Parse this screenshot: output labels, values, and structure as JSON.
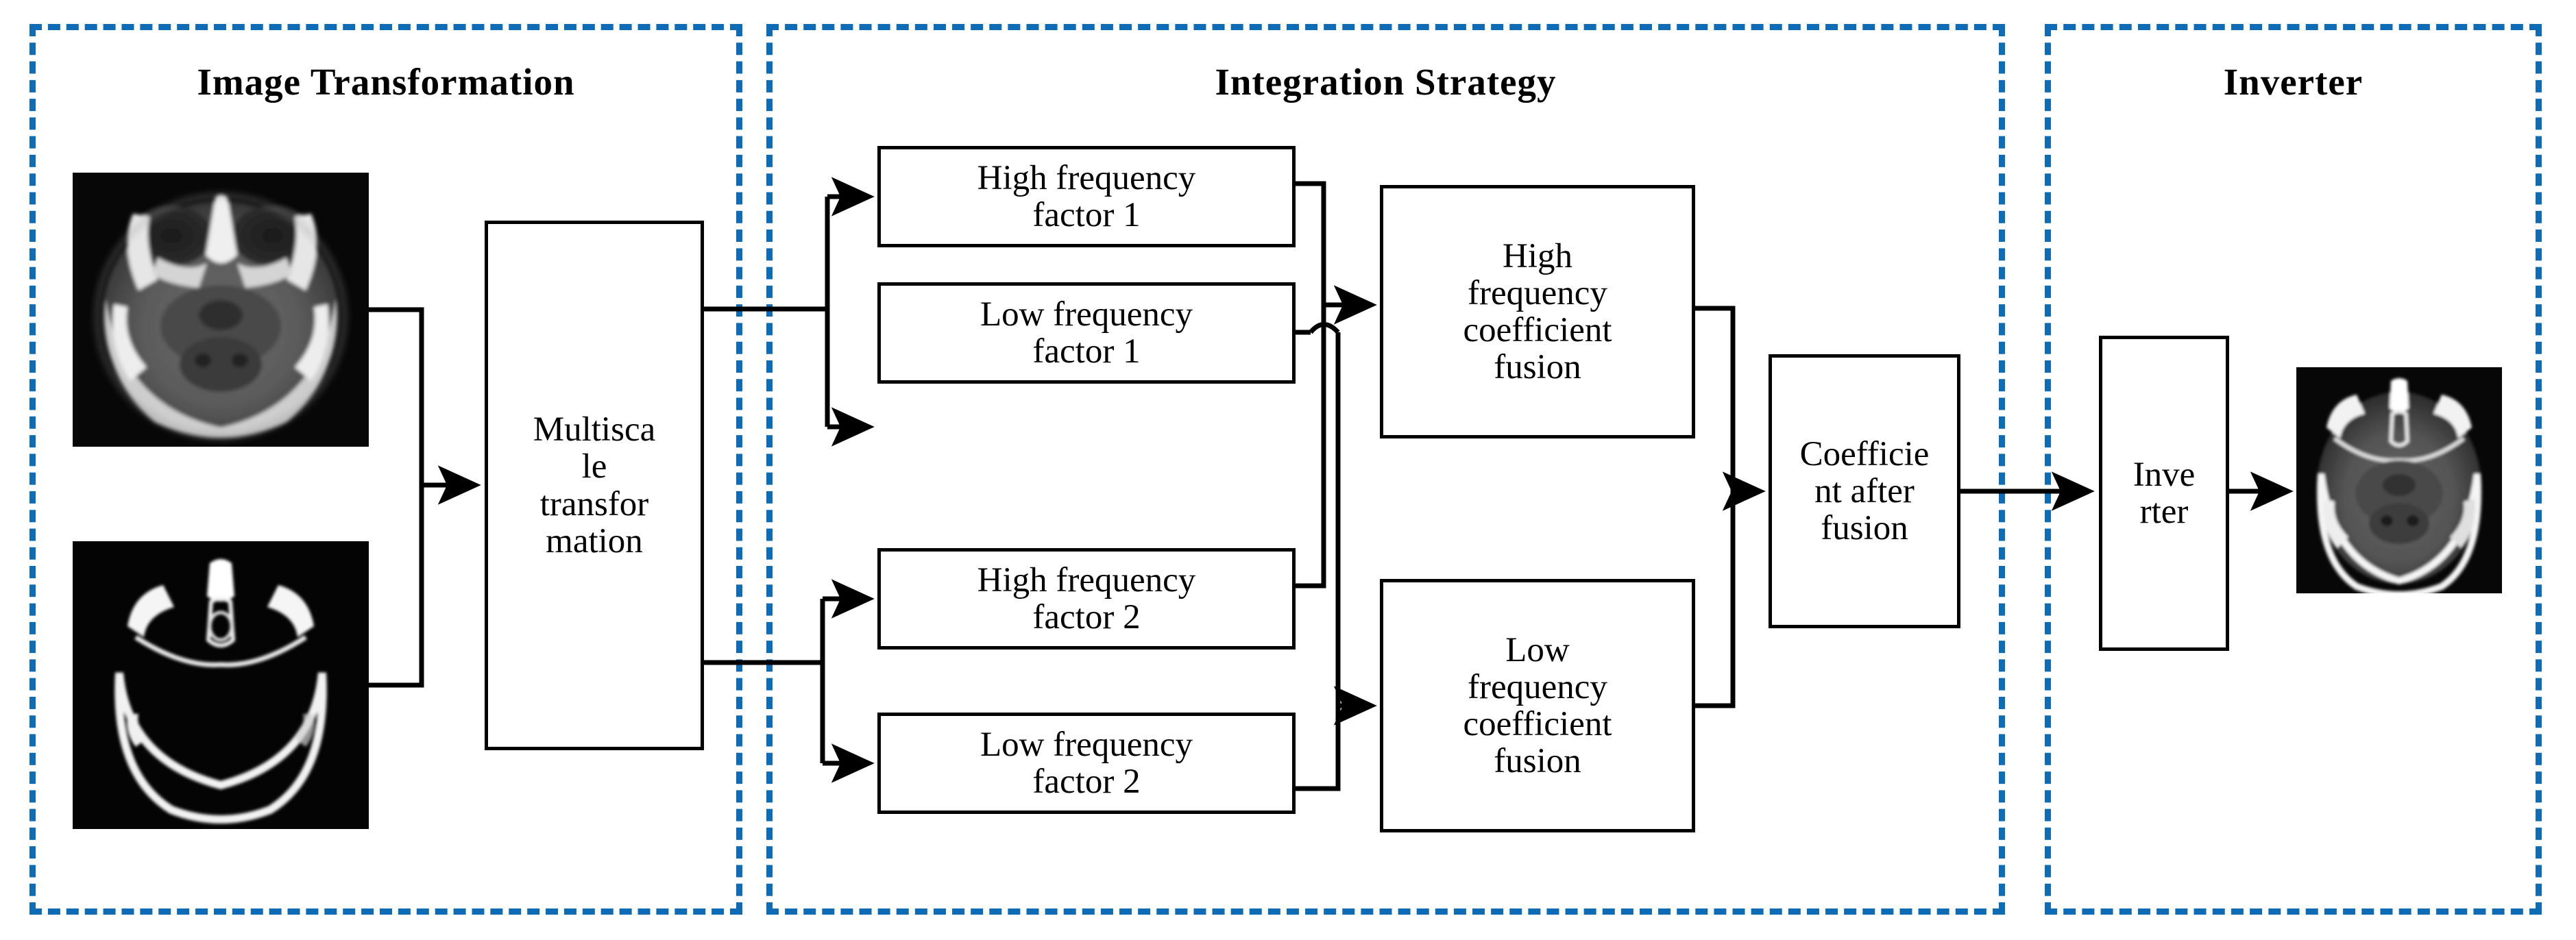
{
  "panels": [
    {
      "title": "Image Transformation",
      "name": "image-transformation"
    },
    {
      "title": "Integration Strategy",
      "name": "integration-strategy"
    },
    {
      "title": "Inverter",
      "name": "inverter"
    }
  ],
  "boxes": {
    "multiscale": {
      "lines": [
        "Multisca",
        "le",
        "transfor",
        "mation"
      ]
    },
    "hf_factor_1": {
      "lines": [
        "High frequency",
        "factor 1"
      ]
    },
    "lf_factor_1": {
      "lines": [
        "Low frequency",
        "factor 1"
      ]
    },
    "hf_factor_2": {
      "lines": [
        "High frequency",
        "factor 2"
      ]
    },
    "lf_factor_2": {
      "lines": [
        "Low frequency",
        "factor 2"
      ]
    },
    "hf_fusion": {
      "lines": [
        "High",
        "frequency",
        "coefficient",
        "fusion"
      ]
    },
    "lf_fusion": {
      "lines": [
        "Low",
        "frequency",
        "coefficient",
        "fusion"
      ]
    },
    "coeff_after_fusion": {
      "lines": [
        "Coefficie",
        "nt after",
        "fusion"
      ]
    },
    "inverter_box": {
      "lines": [
        "Inve",
        "rter"
      ]
    }
  },
  "images": {
    "input_mri": {
      "label": "mri-brain-axial-image"
    },
    "input_ct": {
      "label": "ct-skull-axial-image"
    },
    "output_fused": {
      "label": "fused-brain-axial-image"
    }
  },
  "colors": {
    "panel_border": "#0D6CB5",
    "line": "#000000",
    "background": "#FFFFFF"
  }
}
